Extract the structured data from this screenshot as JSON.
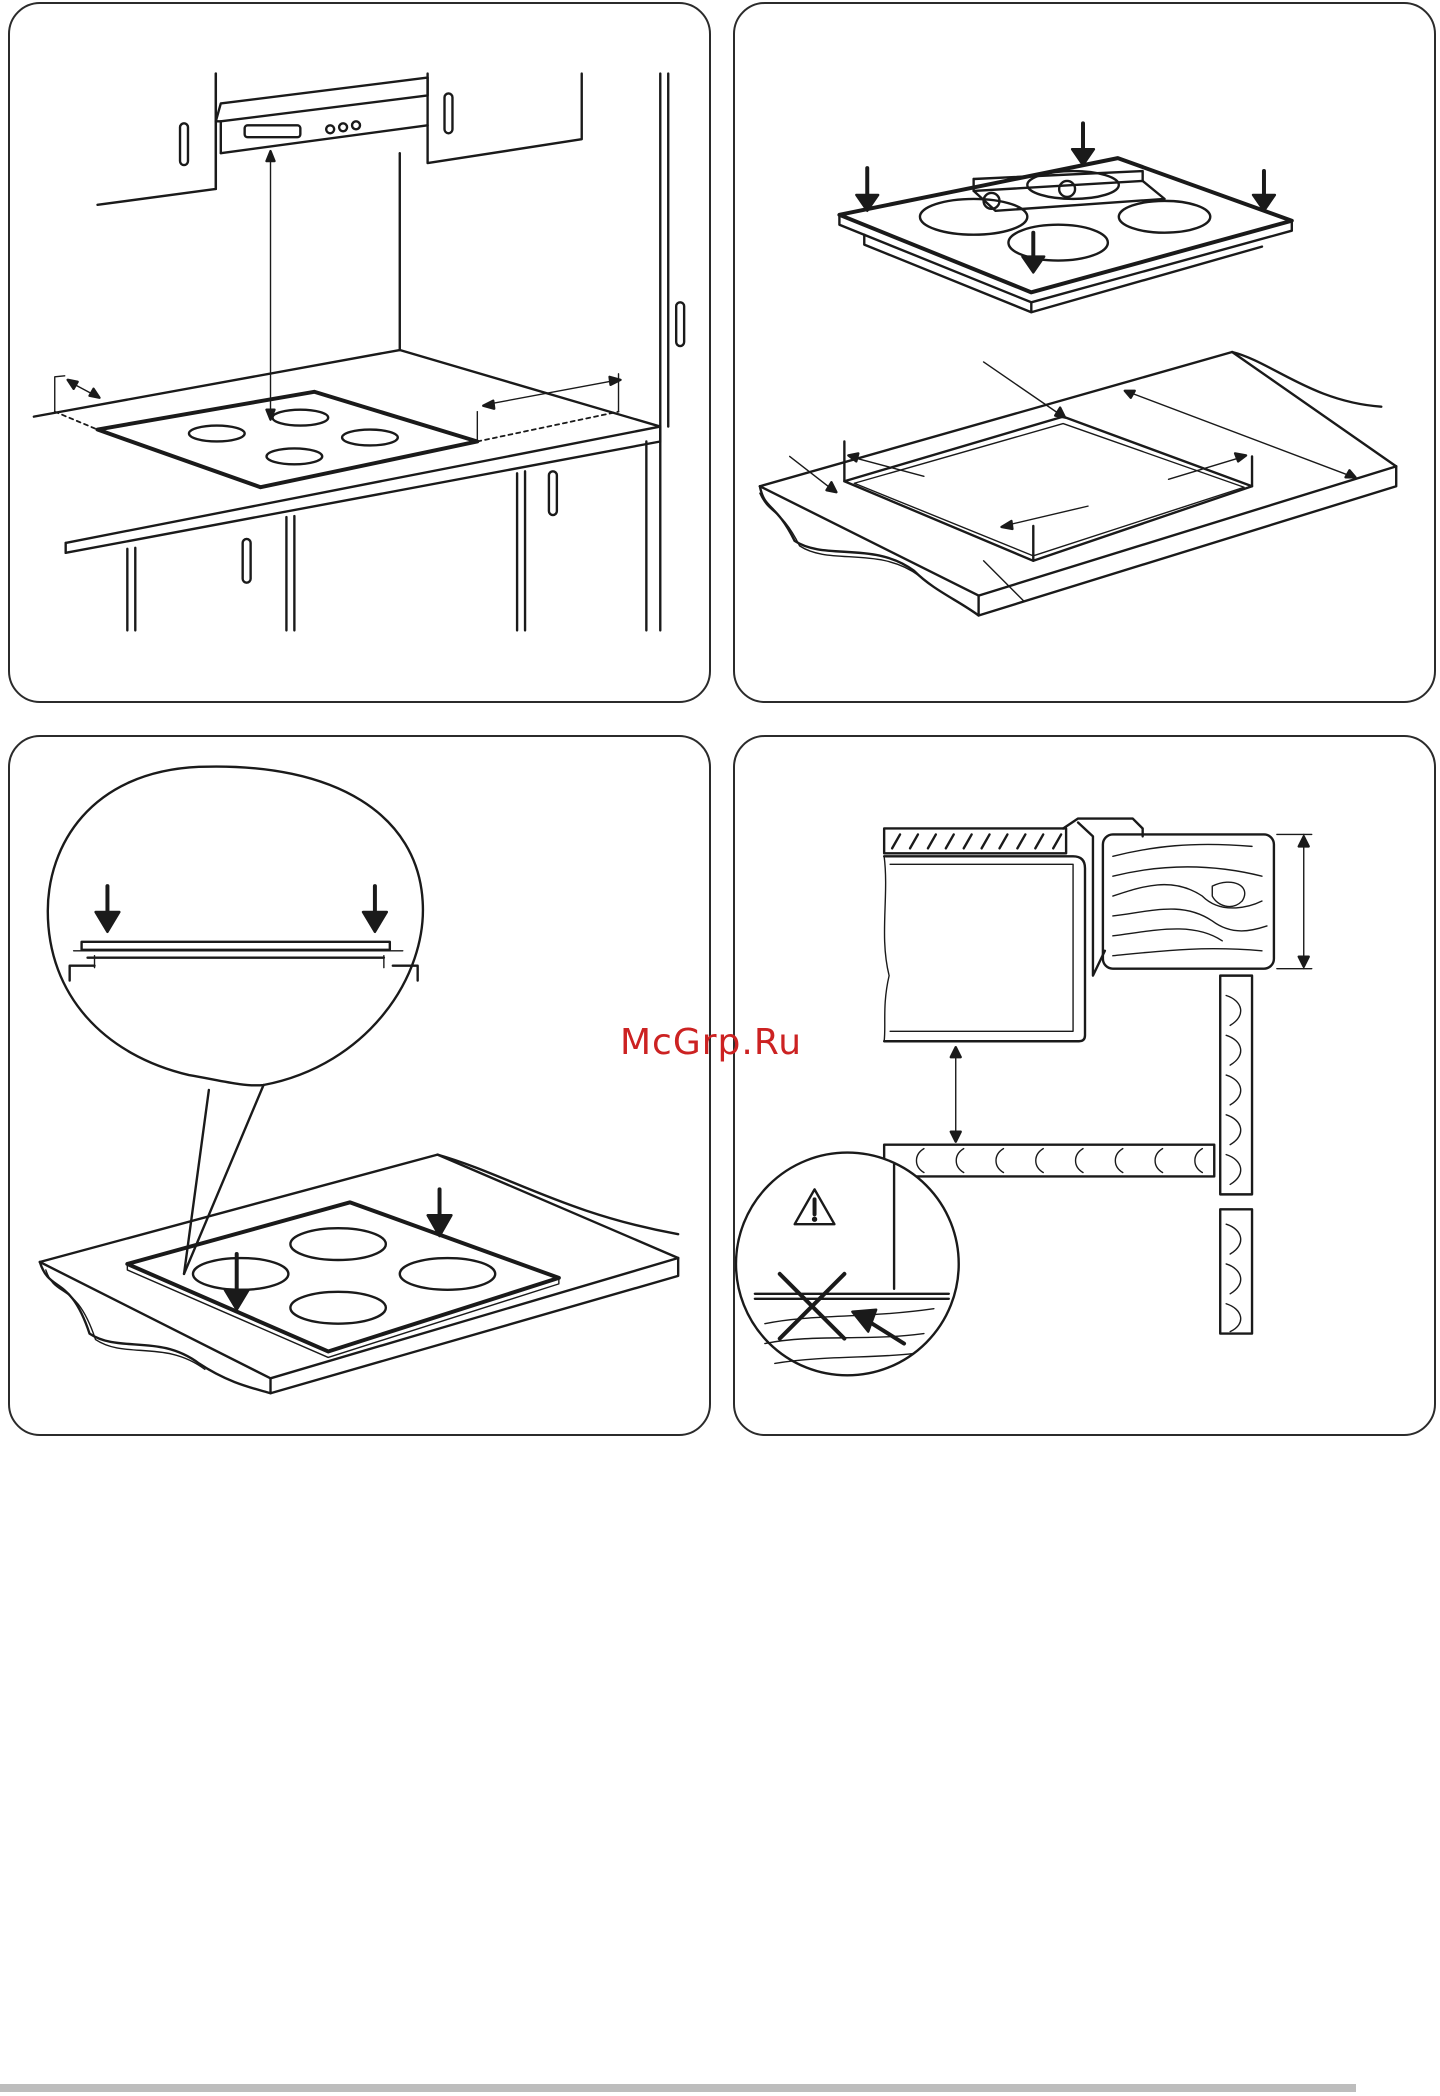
{
  "figures": [
    {
      "name": "hob-placement-clearances",
      "icon": "kitchen-cabinet-clearance-illustration"
    },
    {
      "name": "hob-levelling-and-cutout",
      "icon": "spirit-level-cutout-illustration"
    },
    {
      "name": "hob-insertion-detail",
      "icon": "magnified-seal-detail-illustration"
    },
    {
      "name": "hob-cross-section",
      "icon": "cross-section-warning-illustration"
    }
  ],
  "watermark": {
    "text": "McGrp.Ru",
    "color": "#cc2222"
  },
  "colors": {
    "line": "#1a1a1a",
    "border": "#2b2b2b",
    "footer": "#bdbdbd"
  }
}
